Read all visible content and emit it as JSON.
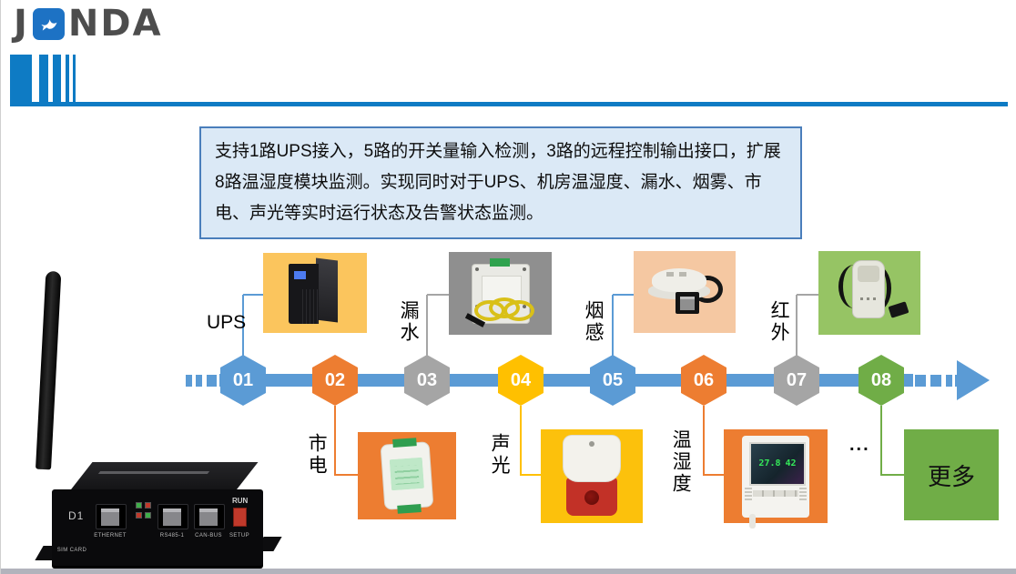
{
  "header": {
    "logo": {
      "part1": "J",
      "part2": "NDA",
      "icon": "bird-icon",
      "accent_color": "#1d72c4"
    },
    "rule_color": "#0e7bc4"
  },
  "intro": {
    "text": "支持1路UPS接入，5路的开关量输入检测，3路的远程控制输出接口，扩展8路温湿度模块监测。实现同时对于UPS、机房温湿度、漏水、烟雾、市电、声光等实时运行状态及告警状态监测。"
  },
  "timeline": {
    "bar_color": "#5b9bd5",
    "nodes": [
      {
        "num": "01",
        "color": "#5b9bd5",
        "label": "UPS",
        "side": "top"
      },
      {
        "num": "02",
        "color": "#ed7d31",
        "label": "市电",
        "side": "bottom"
      },
      {
        "num": "03",
        "color": "#a5a5a5",
        "label": "漏水",
        "side": "top"
      },
      {
        "num": "04",
        "color": "#ffc000",
        "label": "声光",
        "side": "bottom"
      },
      {
        "num": "05",
        "color": "#5b9bd5",
        "label": "烟感",
        "side": "top"
      },
      {
        "num": "06",
        "color": "#ed7d31",
        "label": "温湿度",
        "side": "bottom"
      },
      {
        "num": "07",
        "color": "#a5a5a5",
        "label": "红外",
        "side": "top"
      },
      {
        "num": "08",
        "color": "#70ad47",
        "label": "...",
        "side": "bottom"
      }
    ],
    "dots_label": "...",
    "more_label": "更多",
    "more_color": "#70ad47"
  },
  "gateway": {
    "model_label": "D1",
    "run_label": "RUN",
    "port_labels": [
      "SIM CARD",
      "ETHERNET",
      "RS485-1",
      "CAN-BUS",
      "SETUP"
    ]
  },
  "devices": {
    "th_display": {
      "temperature": "27.8",
      "humidity": "42"
    }
  }
}
